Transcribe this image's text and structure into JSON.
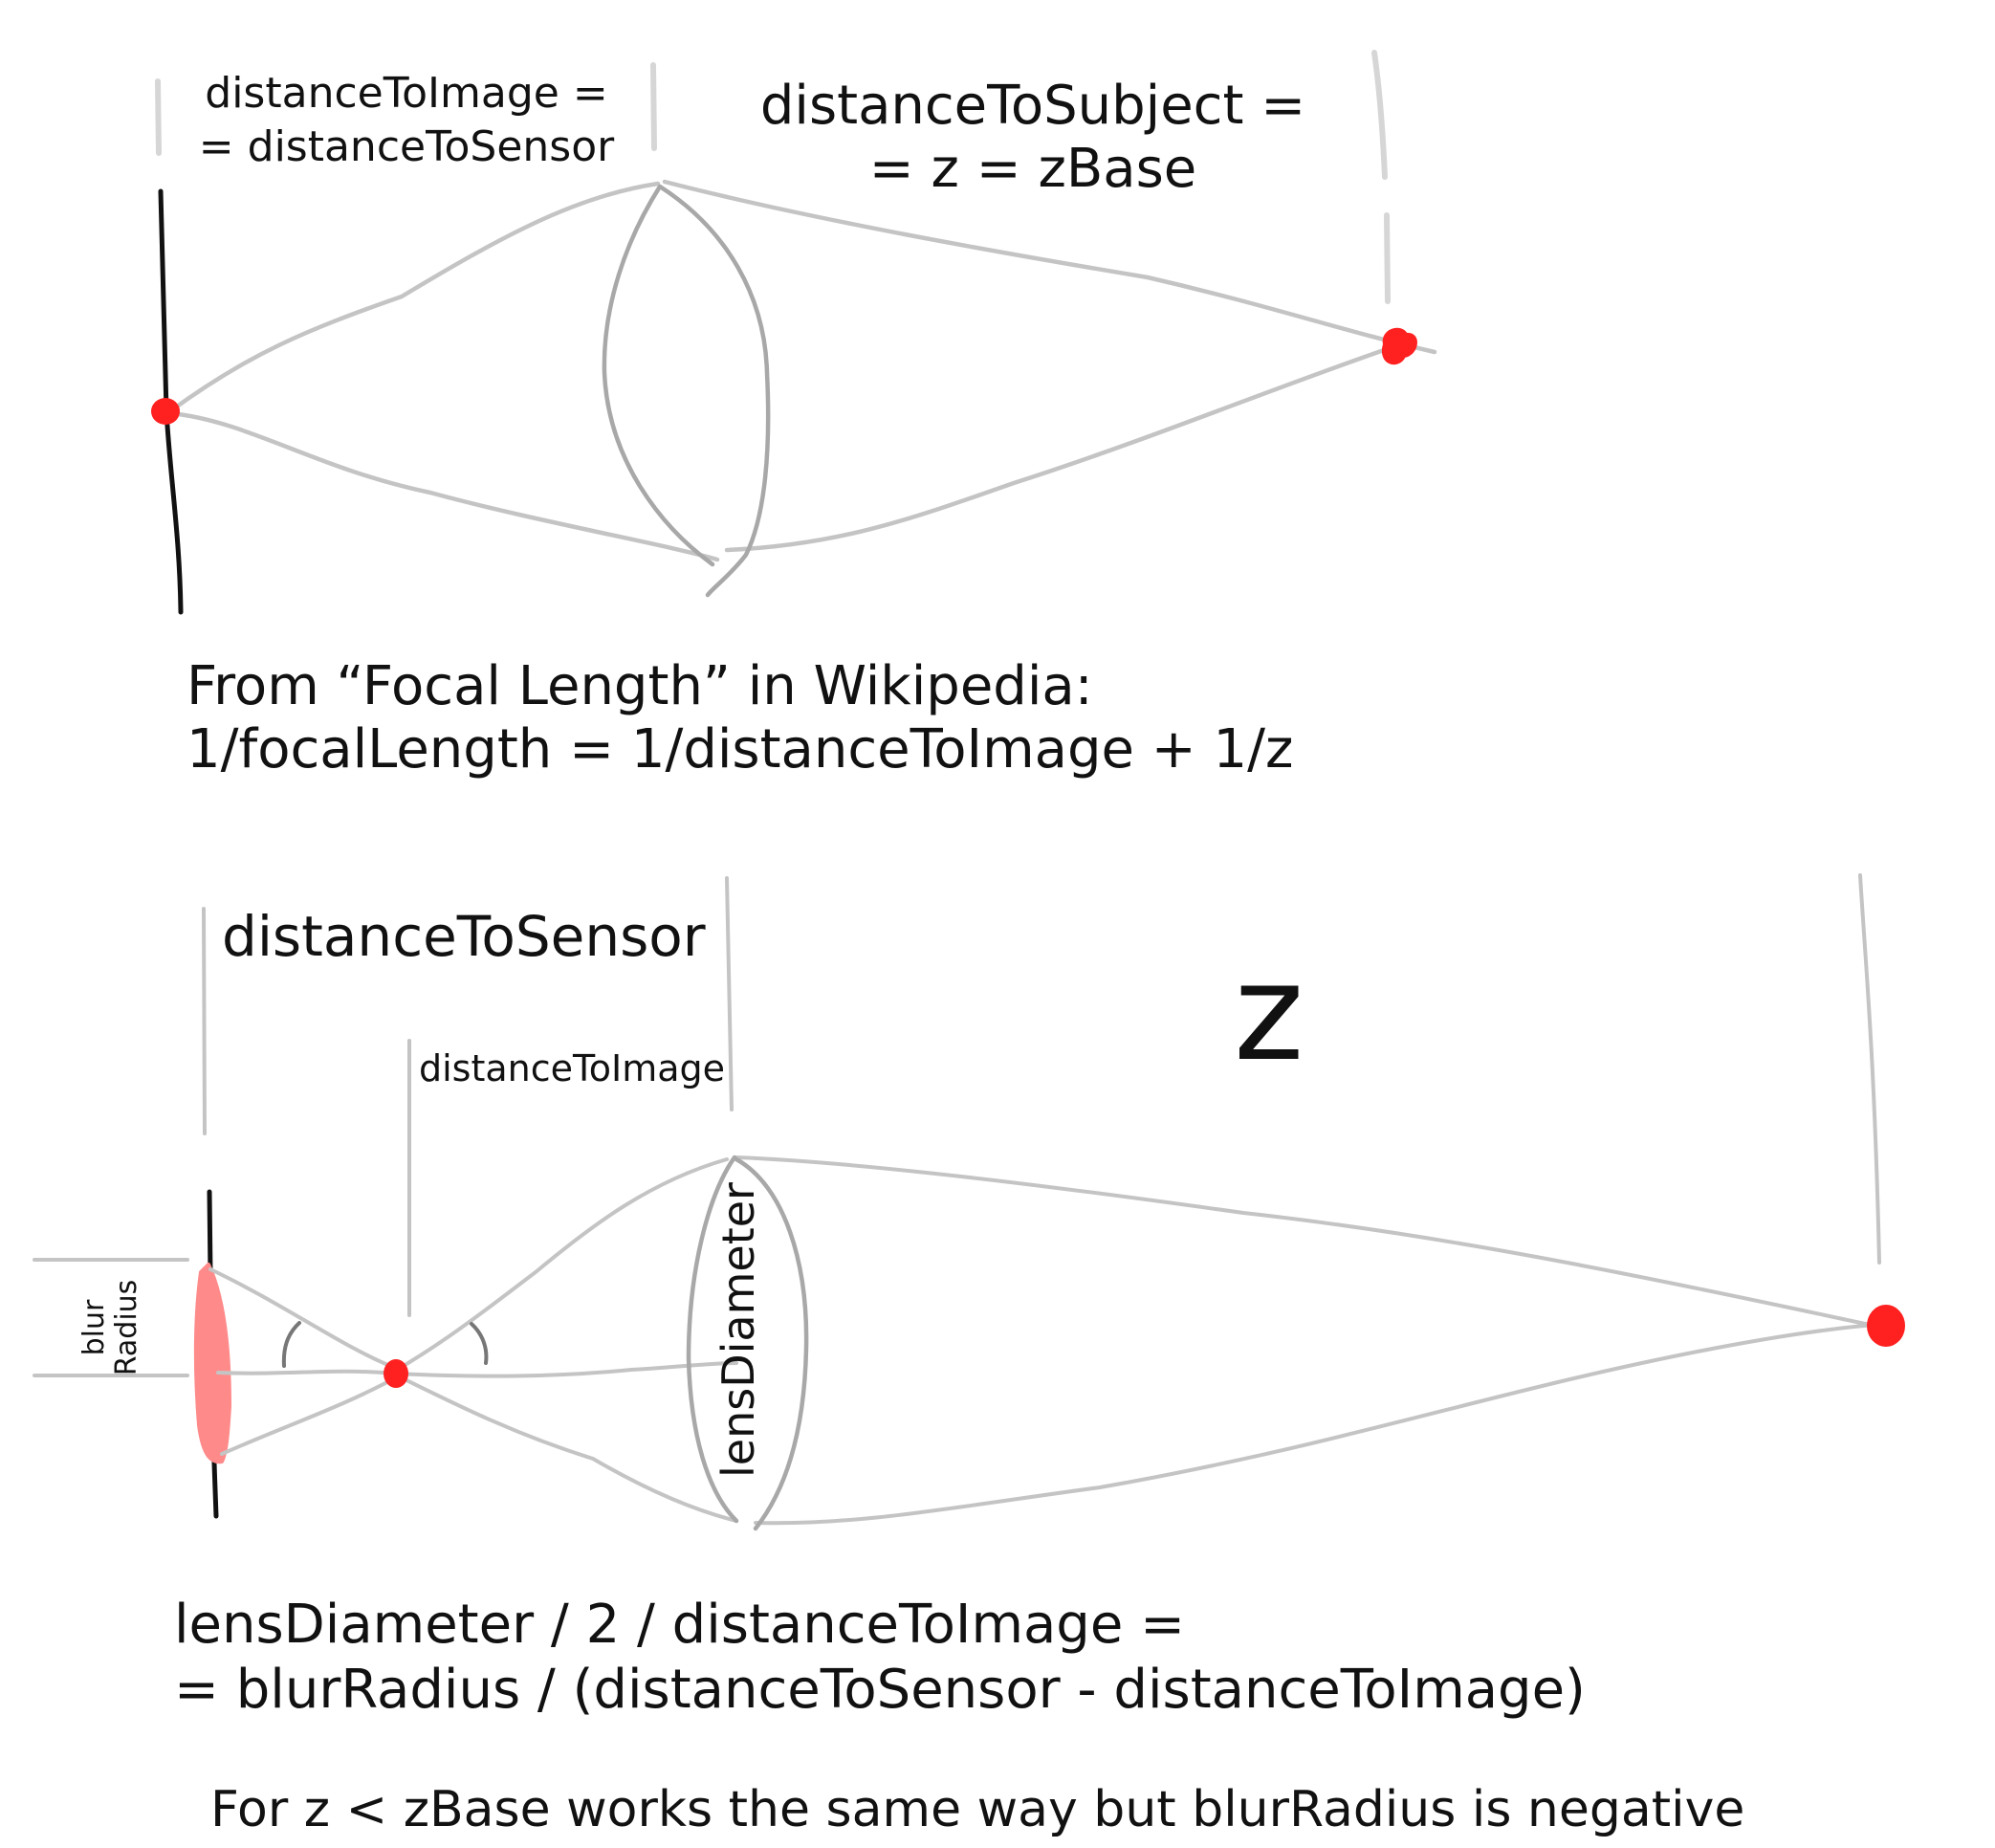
{
  "top": {
    "distance_to_image_label_line1": "distanceToImage =",
    "distance_to_image_label_line2": "= distanceToSensor",
    "distance_to_subject_label_line1": "distanceToSubject =",
    "distance_to_subject_label_line2": "= z = zBase"
  },
  "formula1": {
    "line1": "From “Focal Length” in Wikipedia:",
    "line2": "1/focalLength = 1/distanceToImage + 1/z"
  },
  "bottom": {
    "distance_to_sensor_label": "distanceToSensor",
    "z_label": "z",
    "distance_to_image_label": "distanceToImage",
    "blur_label_line1": "blur",
    "blur_label_line2": "Radius",
    "lens_diameter_label": "lensDiameter"
  },
  "formula2": {
    "line1": "lensDiameter / 2 / distanceToImage =",
    "line2": "= blurRadius / (distanceToSensor - distanceToImage)"
  },
  "note": "For z < zBase works the same way but blurRadius is negative",
  "colors": {
    "ray": "#c4c4c4",
    "lens": "#a8a8a8",
    "sensor": "#111111",
    "point": "#ff2020",
    "blur": "#ff8a8a",
    "marker": "#d6d6d6"
  }
}
